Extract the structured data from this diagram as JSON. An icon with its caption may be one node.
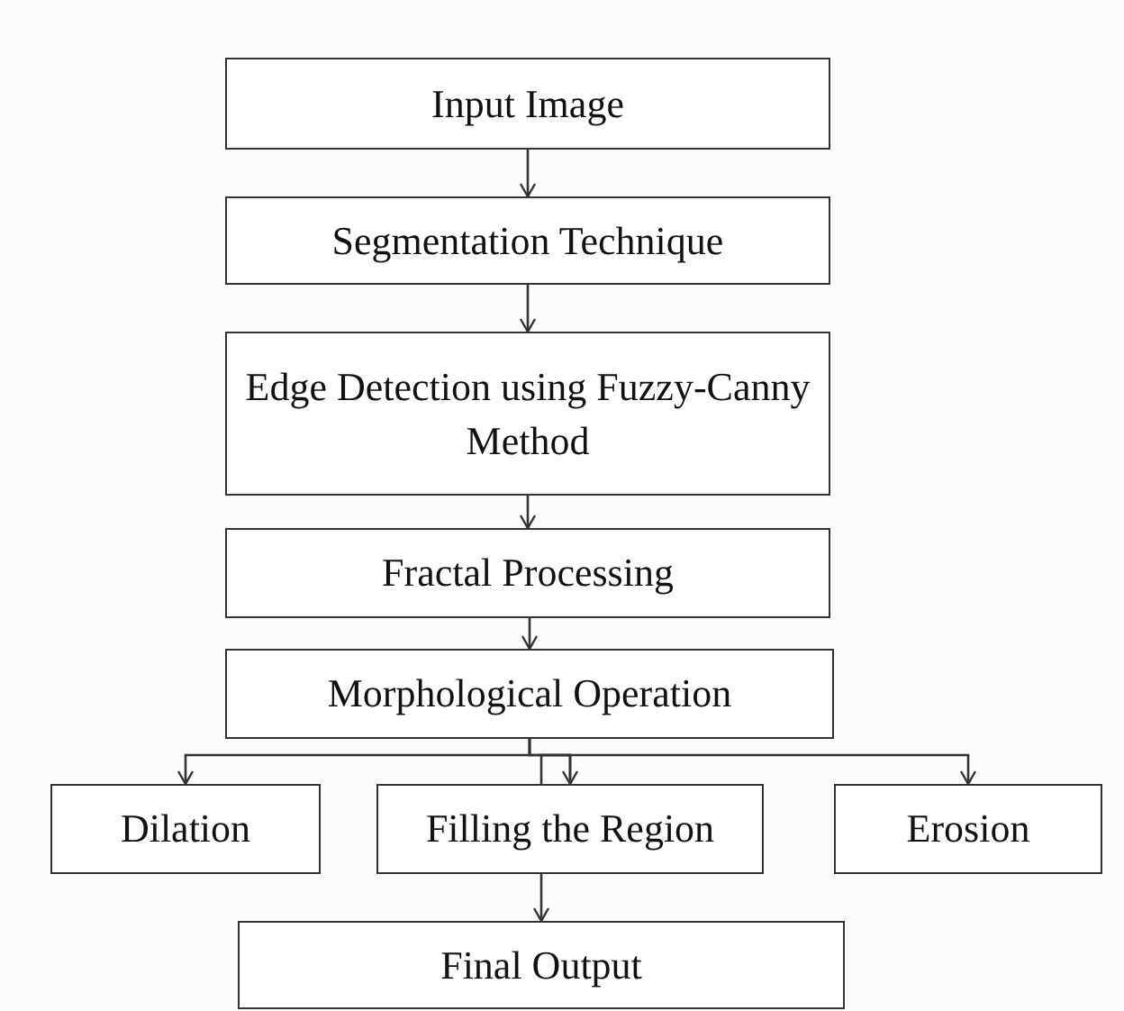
{
  "diagram": {
    "nodes": [
      {
        "text": [
          "Input Image"
        ]
      },
      {
        "text": [
          "Segmentation Technique"
        ]
      },
      {
        "text": [
          "Edge Detection using Fuzzy-Canny Method"
        ]
      },
      {
        "text": [
          "Fractal Processing"
        ]
      },
      {
        "text": [
          "Morphological Operation"
        ]
      },
      {
        "text": [
          "Dilation"
        ]
      },
      {
        "text": [
          "Filling the Region"
        ]
      },
      {
        "text": [
          "Erosion"
        ]
      },
      {
        "text": [
          "Final Output"
        ]
      }
    ],
    "edges": [
      {
        "from": 0,
        "to": 1,
        "arrow": "to"
      },
      {
        "from": 1,
        "to": 2,
        "arrow": "to"
      },
      {
        "from": 2,
        "to": 3,
        "arrow": "to"
      },
      {
        "from": 3,
        "to": 4,
        "arrow": "to"
      },
      {
        "from": 4,
        "to": 5,
        "arrow": "to"
      },
      {
        "from": 4,
        "to": 6,
        "arrow": "to"
      },
      {
        "from": 4,
        "to": 7,
        "arrow": "to"
      },
      {
        "from": 6,
        "to": 8,
        "arrow": "to"
      }
    ]
  }
}
